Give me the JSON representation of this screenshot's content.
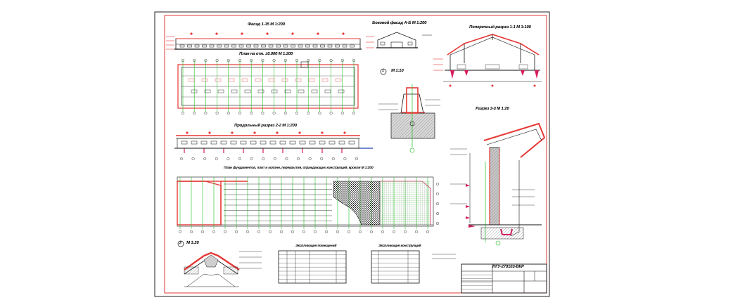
{
  "drawing": {
    "views": [
      {
        "id": "facade",
        "label": "Фасад 1-15 М 1:200"
      },
      {
        "id": "side-facade",
        "label": "Боковой фасад А-Б М 1:200"
      },
      {
        "id": "cross-section",
        "label": "Поперечный разрез 1-1 М 1:100"
      },
      {
        "id": "floor-plan",
        "label": "План на отм. ±0.000 М 1:200"
      },
      {
        "id": "node-1",
        "label": "М 1:10"
      },
      {
        "id": "long-section",
        "label": "Продольный разрез 2-2 М 1:200"
      },
      {
        "id": "section-3",
        "label": "Разрез 3-3 М 1:20"
      },
      {
        "id": "foundation-plan",
        "label": "План фундаментов, плит и колонн, перекрытия, ограждающих конструкций, кровли М 1:200"
      },
      {
        "id": "node-2",
        "label": "М 1:20"
      },
      {
        "id": "spec-1",
        "label": "Экспликация помещений"
      },
      {
        "id": "spec-2",
        "label": "Экспликация конструкций"
      }
    ],
    "node_numbers": [
      "1",
      "2"
    ],
    "title_block": {
      "heading": "ПГУ-270103-ВКР"
    },
    "colors": {
      "frame": "#e53935",
      "line": "#111111",
      "grid": "#22c022",
      "axis_marker": "#e53935",
      "section": "#d81b60",
      "accent_blue": "#1e40af"
    }
  }
}
